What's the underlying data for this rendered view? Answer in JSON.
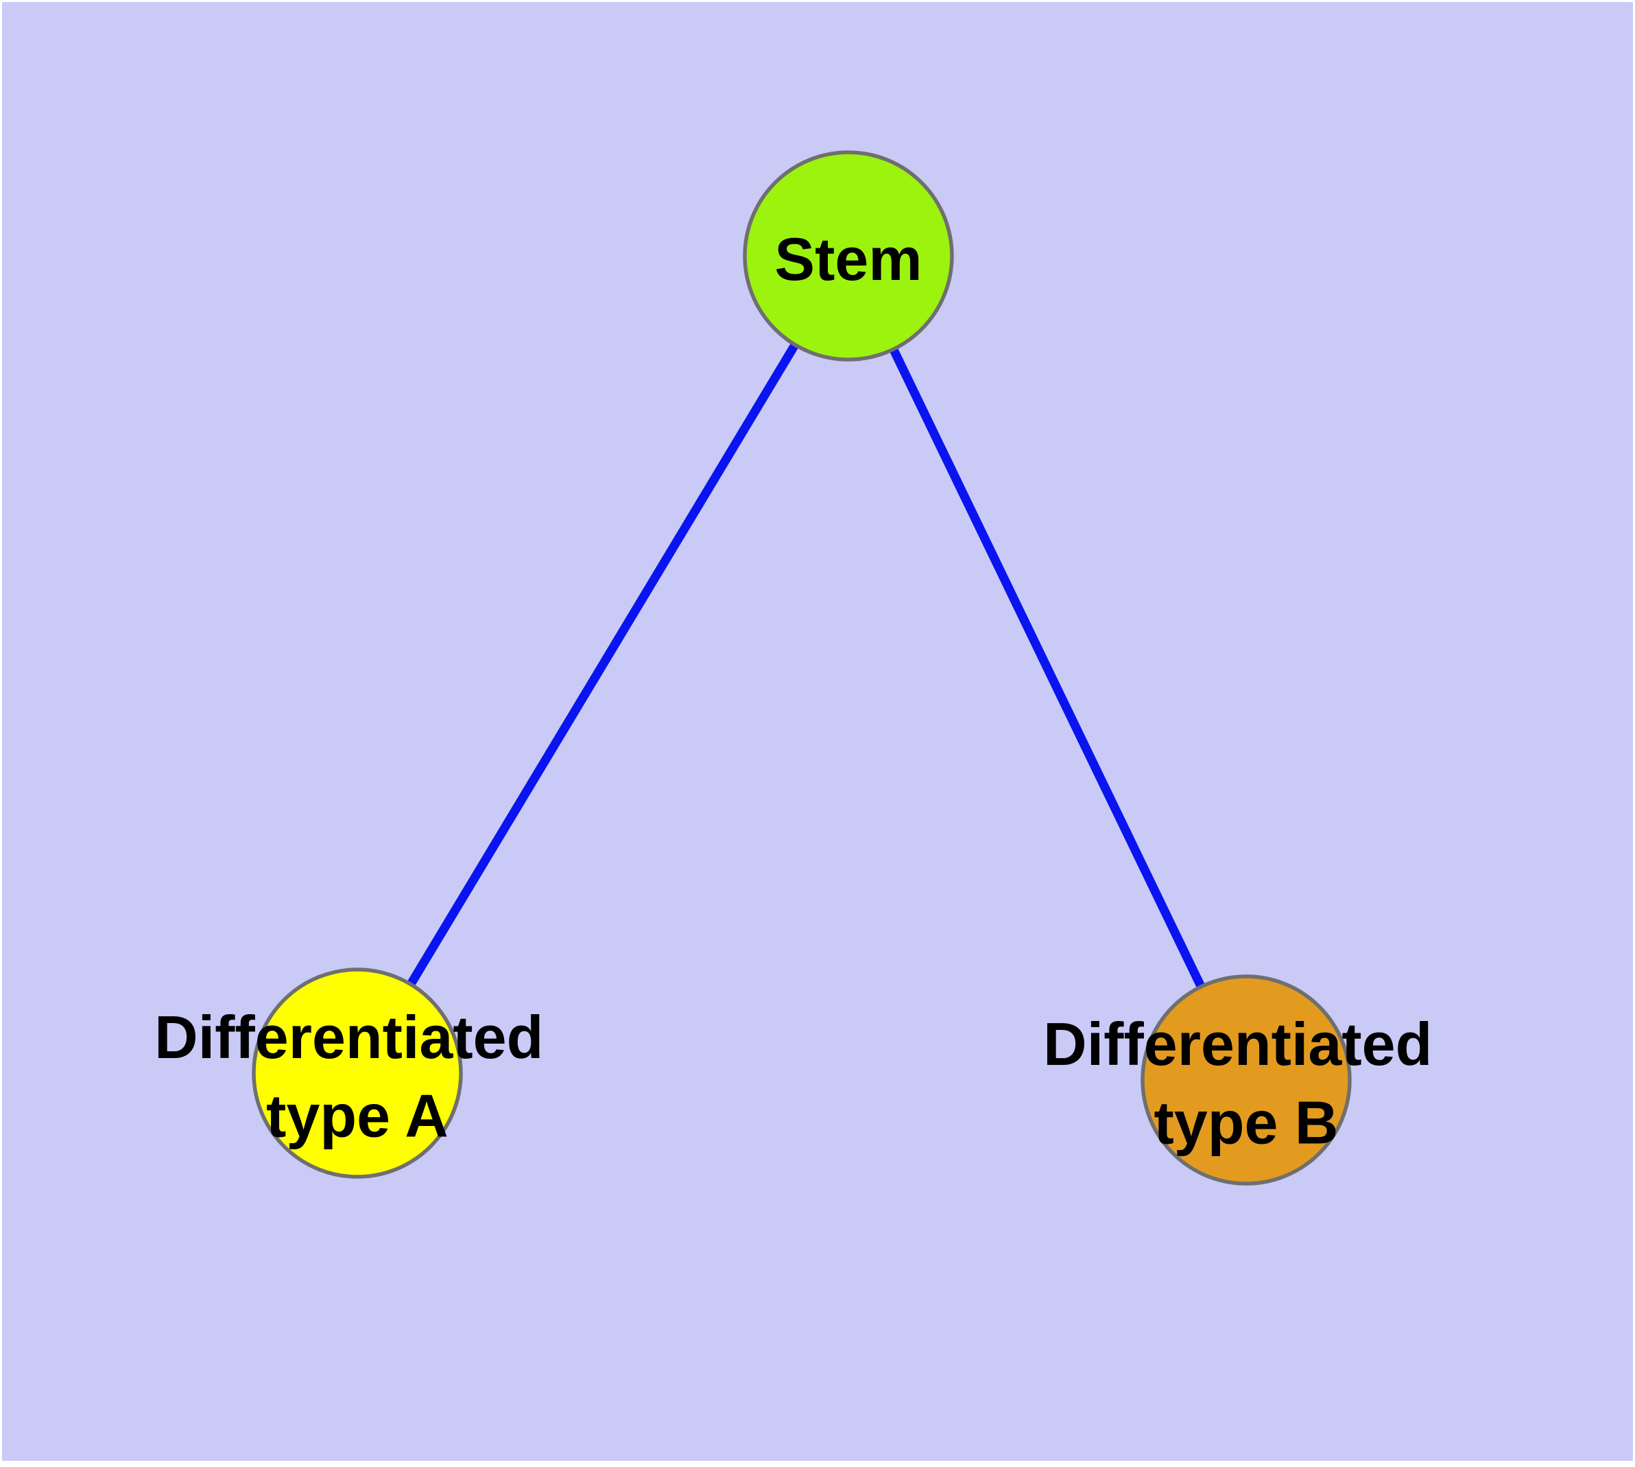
{
  "diagram": {
    "colors": {
      "page_margin": "#ffffff",
      "canvas_background": "#cacaf7",
      "edge": "#0a14f0",
      "node_border": "#6f6f6f",
      "label_text": "#000000",
      "stem_fill": "#9bf30e",
      "type_a_fill": "#ffff00",
      "type_b_fill": "#e29b1f"
    },
    "nodes": {
      "stem": {
        "label": "Stem"
      },
      "type_a": {
        "label_line1": "Differentiated",
        "label_line2": "type A"
      },
      "type_b": {
        "label_line1": "Differentiated",
        "label_line2": "type B"
      }
    },
    "edges": [
      {
        "from": "Stem",
        "to": "Differentiated type A"
      },
      {
        "from": "Stem",
        "to": "Differentiated type B"
      }
    ]
  }
}
